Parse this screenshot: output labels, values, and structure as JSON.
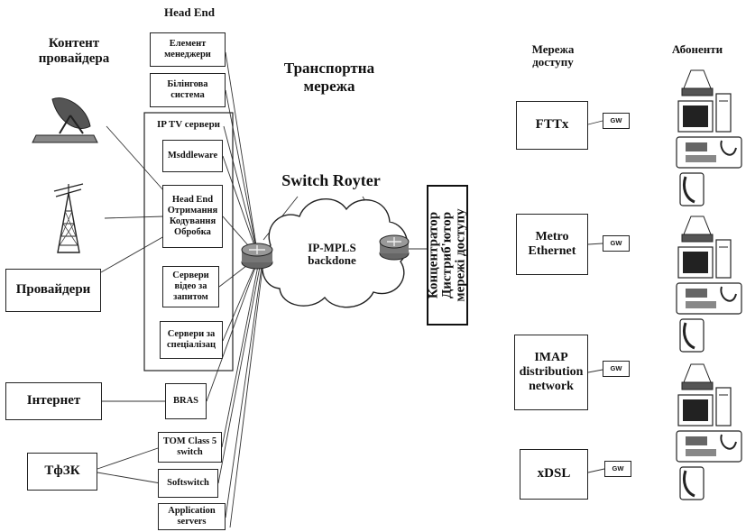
{
  "labels": {
    "head_end": "Head End",
    "content_providers": "Контент\nпровайдера",
    "transport_network": "Транспортна\nмережа",
    "switch_router": "Switch Royter",
    "access_network": "Мережа\nдоступу",
    "subscribers": "Абоненти",
    "cloud": "IP-MPLS\nbackdone"
  },
  "head_end_boxes": {
    "element_managers": "Елемент\nменеджери",
    "billing": "Білінгова\nсистема",
    "iptv_servers": "IP TV сервери",
    "middleware": "Msddleware",
    "head_end_inner": "Head End\nОтримання\nКодування\nОбробка",
    "vod_servers": "Сервери\nвідео за\nзапитом",
    "special_servers": "Сервери за\nспеціалізац",
    "bras": "BRAS",
    "tdm": "TOM Class 5\nswitch",
    "softswitch": "Softswitch",
    "app_servers": "Application\nservers"
  },
  "left_boxes": {
    "providers": "Провайдери",
    "internet": "Інтернет",
    "pstn": "ТфЗК"
  },
  "concentrator": "Концентратор\nДистриб'ютор\nмережі доступу",
  "access": [
    {
      "label": "FTTx",
      "gw": "GW"
    },
    {
      "label": "Metro\nEthernet",
      "gw": "GW"
    },
    {
      "label": "IMAP\ndistribution\nnetwork",
      "gw": "GW"
    },
    {
      "label": "xDSL",
      "gw": "GW"
    }
  ],
  "icons": [
    "satellite-dish-icon",
    "radio-tower-icon",
    "router-icon",
    "settop-box-icon",
    "tv-icon",
    "pc-tower-icon",
    "desk-phone-icon",
    "handset-icon"
  ]
}
